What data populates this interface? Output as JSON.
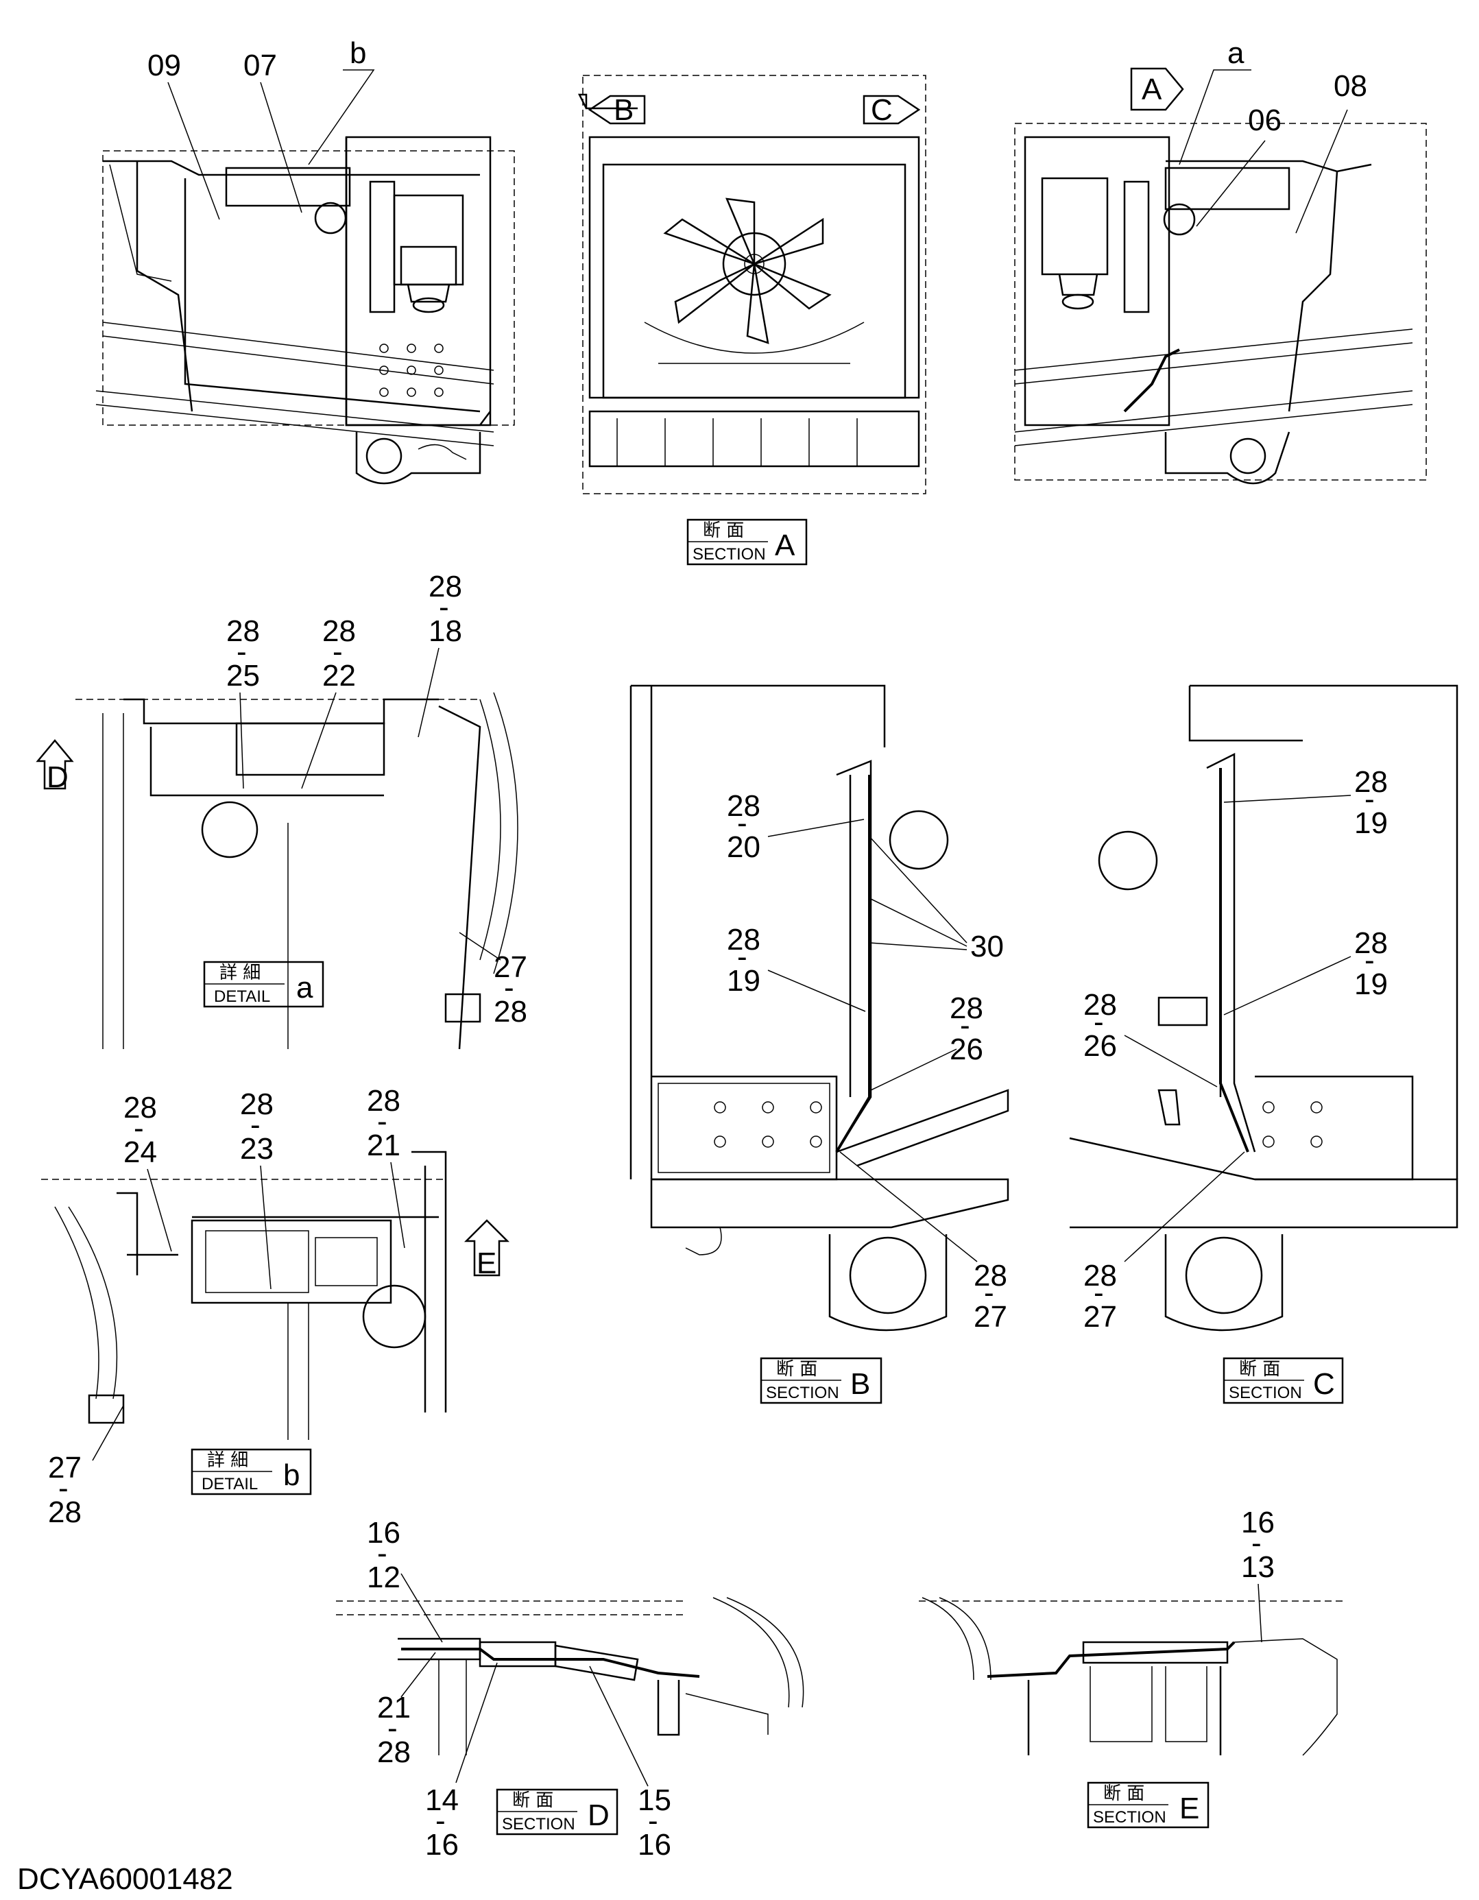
{
  "drawing_id": "DCYA60001482",
  "top_views": {
    "left": {
      "labels": [
        "09",
        "07",
        "b"
      ]
    },
    "center": {
      "arrows": [
        "B",
        "C"
      ]
    },
    "right": {
      "labels": [
        "a",
        "06",
        "08"
      ],
      "arrow": "A"
    }
  },
  "caption_section": "断 面",
  "caption_detail": "詳 細",
  "word_section": "SECTION",
  "word_detail": "DETAIL",
  "views": {
    "section_a": {
      "letter": "A"
    },
    "detail_a": {
      "letter": "a",
      "arrow": "D",
      "callouts": [
        [
          "28",
          "25"
        ],
        [
          "28",
          "22"
        ],
        [
          "28",
          "18"
        ],
        [
          "27",
          "28"
        ]
      ]
    },
    "section_b": {
      "letter": "B",
      "callouts": [
        [
          "28",
          "20"
        ],
        [
          "28",
          "19"
        ],
        [
          "30"
        ],
        [
          "28",
          "26"
        ],
        [
          "28",
          "27"
        ]
      ]
    },
    "section_c": {
      "letter": "C",
      "callouts": [
        [
          "28",
          "19"
        ],
        [
          "28",
          "19"
        ],
        [
          "28",
          "26"
        ],
        [
          "28",
          "27"
        ]
      ]
    },
    "detail_b": {
      "letter": "b",
      "arrow": "E",
      "callouts": [
        [
          "28",
          "24"
        ],
        [
          "28",
          "23"
        ],
        [
          "28",
          "21"
        ],
        [
          "27",
          "28"
        ]
      ]
    },
    "section_d": {
      "letter": "D",
      "callouts": [
        [
          "16",
          "12"
        ],
        [
          "21",
          "28"
        ],
        [
          "14",
          "16"
        ],
        [
          "15",
          "16"
        ]
      ]
    },
    "section_e": {
      "letter": "E",
      "callouts": [
        [
          "16",
          "13"
        ]
      ]
    }
  },
  "icons": [
    "view-arrow-icon",
    "bolt-circle-icon",
    "fan-icon"
  ]
}
